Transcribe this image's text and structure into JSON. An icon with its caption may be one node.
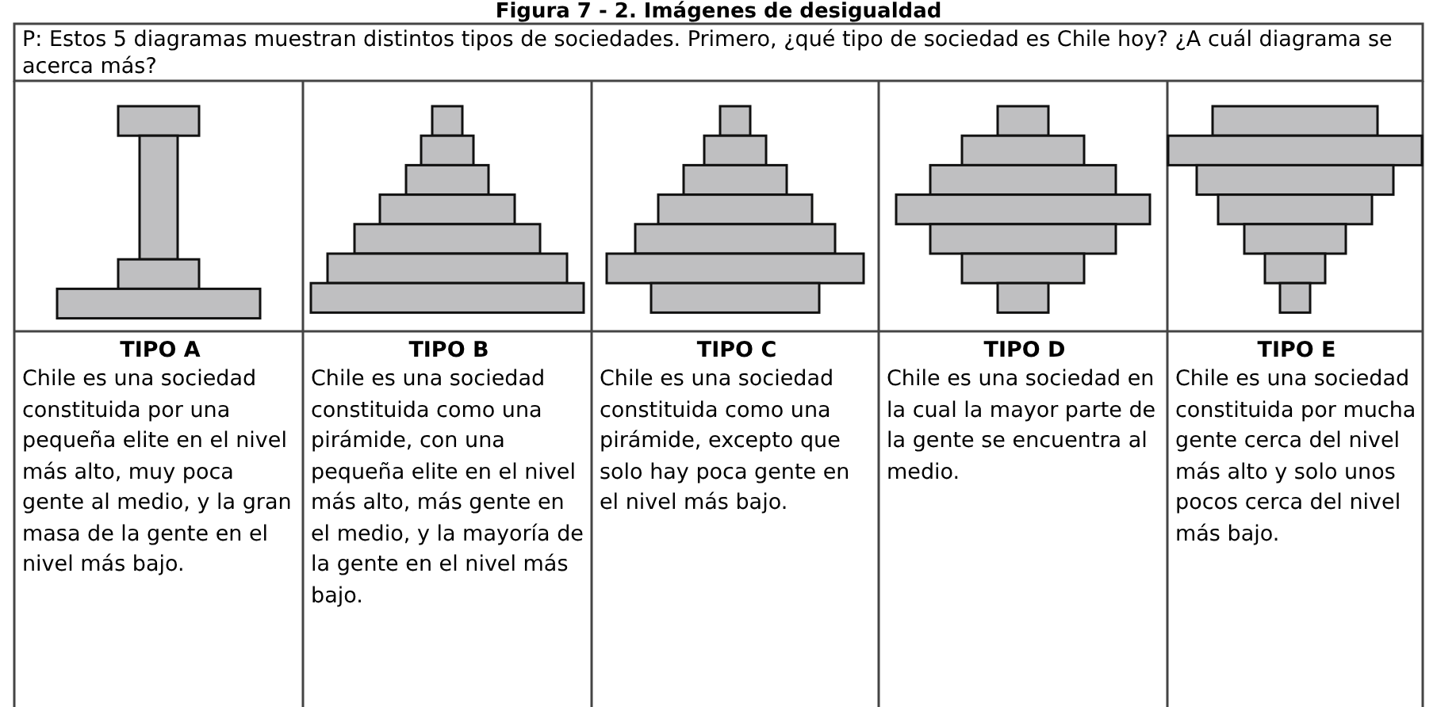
{
  "diagram": {
    "title": "Figura 7 - 2. Imágenes de desigualdad",
    "labels": [
      "P: Estos 5 diagramas muestran distintos tipos de sociedades. Primero, ¿qué tipo de sociedad es Chile hoy? ¿A cuál diagrama se acerca más?",
      "TIPO A",
      "Chile es una sociedad constituida por una pequeña elite en el nivel más alto, muy poca gente al medio, y la gran masa de la gente en el nivel más bajo.",
      "TIPO B",
      "Chile es una sociedad constituida como una pirámide, con una pequeña elite en el nivel más alto, más gente en el medio, y la mayoría de la gente en el nivel más bajo.",
      "TIPO C",
      "Chile es una sociedad constituida como una pirámide, excepto que solo hay poca gente en el nivel más bajo.",
      "TIPO D",
      "Chile es una sociedad en la cual la mayor parte de la gente se encuentra al medio.",
      "TIPO E",
      "Chile es una sociedad constituida por mucha gente cerca del nivel más alto y solo unos pocos cerca del nivel más bajo."
    ]
  }
}
